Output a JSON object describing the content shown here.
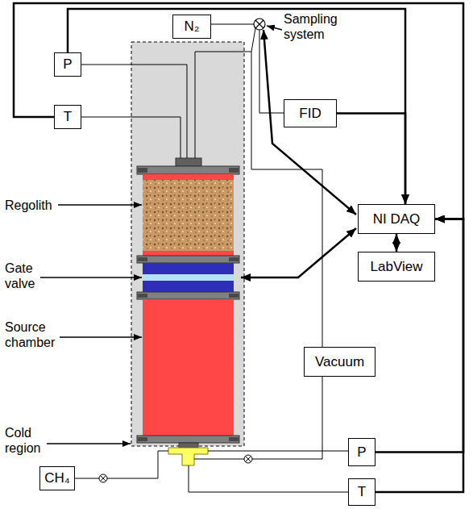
{
  "diagram": {
    "nodes": [
      {
        "text": [
          "N₂"
        ]
      },
      {
        "text": [
          "P"
        ]
      },
      {
        "text": [
          "T"
        ]
      },
      {
        "text": [
          "FID"
        ]
      },
      {
        "text": [
          "NI DAQ"
        ]
      },
      {
        "text": [
          "LabView"
        ]
      },
      {
        "text": [
          "Vacuum"
        ]
      },
      {
        "text": [
          "P"
        ]
      },
      {
        "text": [
          "T"
        ]
      },
      {
        "text": [
          "CH₄"
        ]
      }
    ],
    "edges": [
      {
        "from": 1,
        "to": 4,
        "arrow": "to"
      },
      {
        "from": 2,
        "to": 4,
        "arrow": "to"
      },
      {
        "from": 3,
        "to": 4,
        "arrow": "to"
      },
      {
        "from": 4,
        "to": 5,
        "arrow": "both"
      },
      {
        "from": 7,
        "to": 4,
        "arrow": "to"
      },
      {
        "from": 8,
        "to": 4,
        "arrow": "to"
      }
    ],
    "labels": [
      "Sampling system",
      "Regolith",
      "Gate valve",
      "Source chamber",
      "Cold region"
    ]
  }
}
